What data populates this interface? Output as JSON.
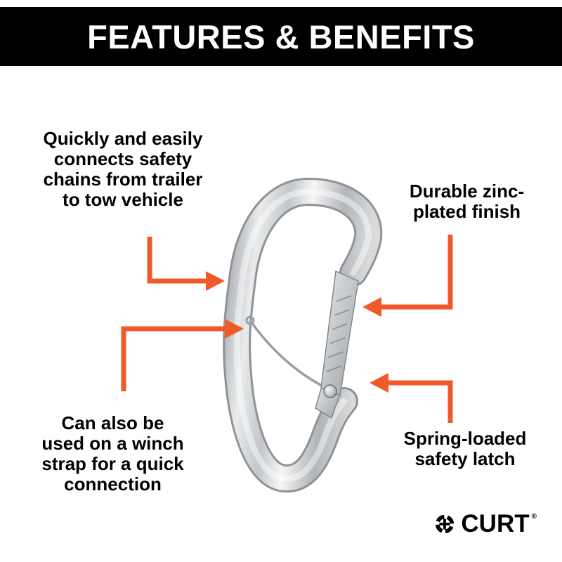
{
  "banner": {
    "title": "FEATURES & BENEFITS"
  },
  "callouts": {
    "connect": {
      "text": "Quickly and easily\nconnects safety\nchains from trailer\nto tow vehicle"
    },
    "finish": {
      "text": "Durable zinc-\nplated finish"
    },
    "winch": {
      "text": "Can also be\nused on a winch\nstrap for a quick\nconnection"
    },
    "latch": {
      "text": "Spring-loaded\nsafety latch"
    }
  },
  "colors": {
    "accent": "#f05a28",
    "banner_bg": "#000000",
    "banner_fg": "#ffffff",
    "background": "#ffffff"
  },
  "images": {
    "product": "zinc-plated-snap-hook-with-safety-latch"
  },
  "logo": {
    "text": "CURT",
    "mark": "®"
  }
}
